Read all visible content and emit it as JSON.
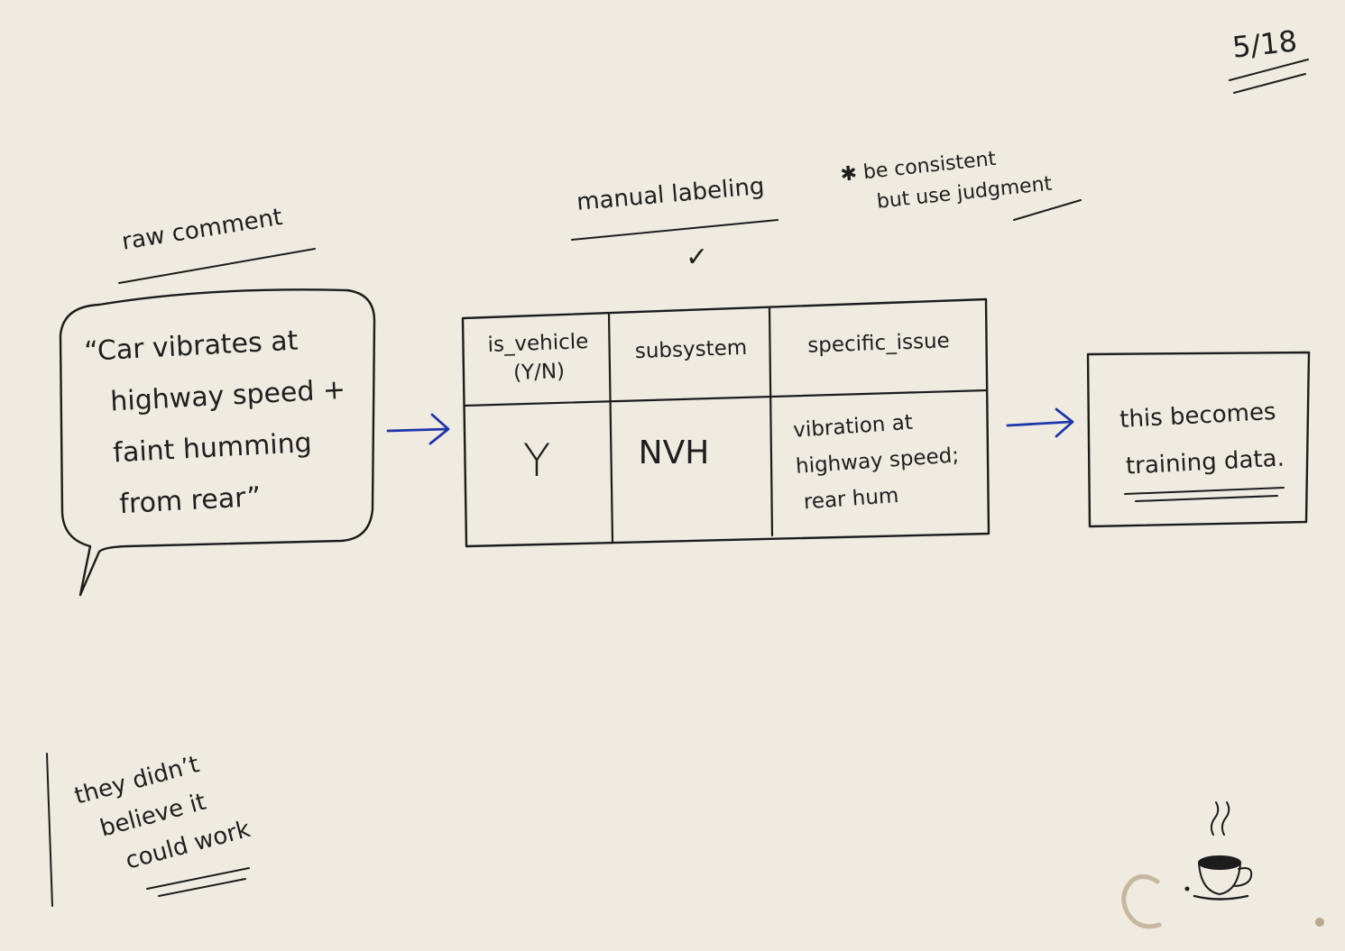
{
  "page_number": "5/18",
  "raw_comment": {
    "label": "raw comment",
    "lines": [
      "“Car vibrates at",
      "highway speed +",
      "faint humming",
      "from rear”"
    ]
  },
  "manual_labeling": {
    "label": "manual labeling",
    "checkmark": "✓"
  },
  "note": {
    "asterisk": "✱",
    "line1": "be consistent",
    "line2_prefix": "but use ",
    "line2_emphasis": "judgment"
  },
  "table": {
    "headers": {
      "is_vehicle_line1": "is_vehicle",
      "is_vehicle_line2": "(Y/N)",
      "subsystem": "subsystem",
      "specific_issue": "specific_issue"
    },
    "row": {
      "is_vehicle": "Y",
      "subsystem": "NVH",
      "specific_issue_lines": [
        "vibration at",
        "highway speed;",
        "rear hum"
      ]
    }
  },
  "output_box": {
    "line1": "this becomes",
    "line2": "training data."
  },
  "side_note": {
    "lines": [
      "they didn’t",
      "believe it",
      "could work"
    ]
  },
  "colors": {
    "paper": "#efebe1",
    "ink": "#1c1c1c",
    "arrow_blue": "#1f35a8",
    "coffee_stain": "#b9a68a"
  },
  "icons": [
    "arrow-right-icon",
    "coffee-cup-icon",
    "coffee-stain"
  ]
}
